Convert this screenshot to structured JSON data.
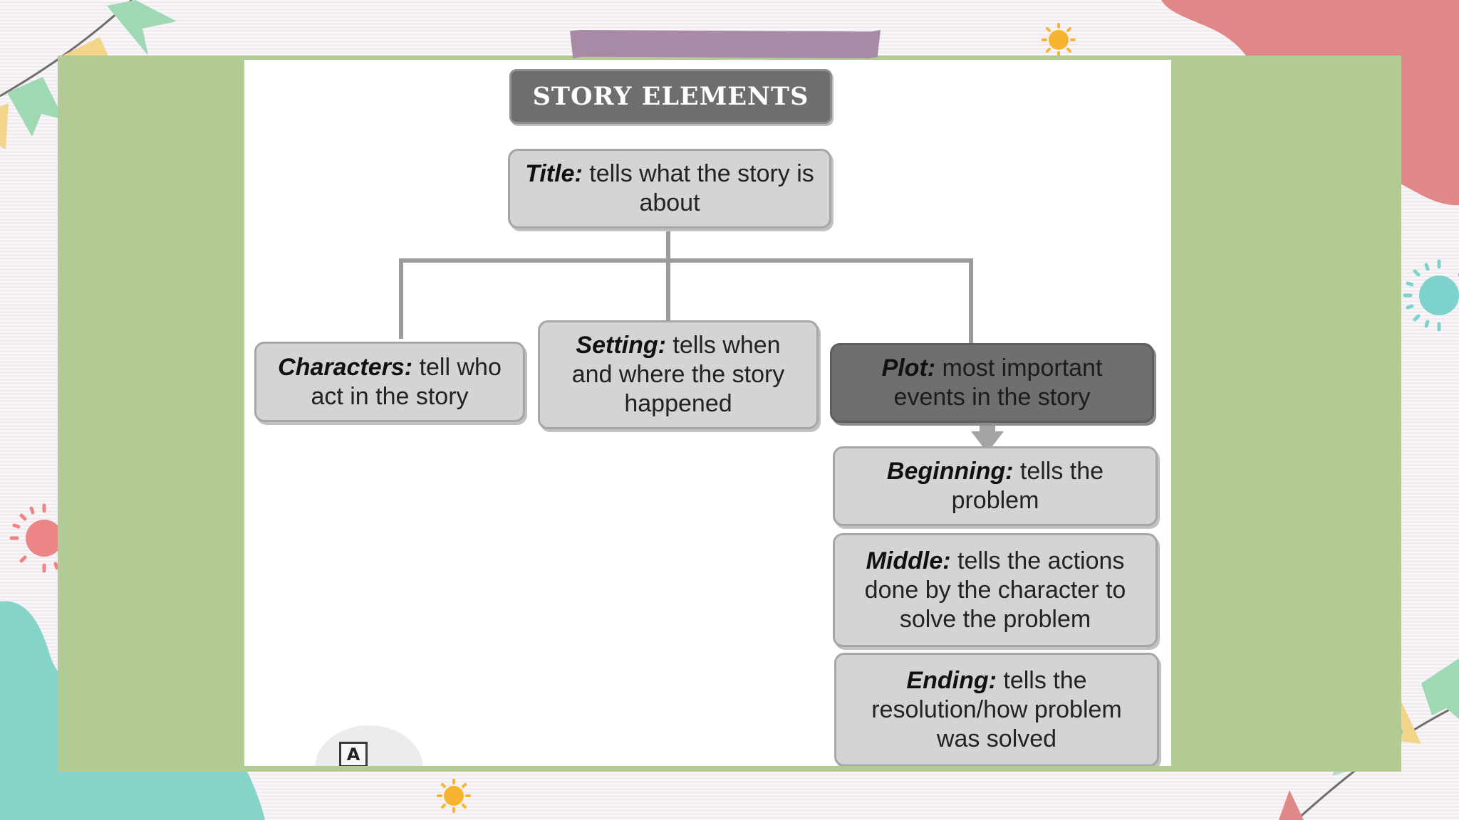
{
  "diagram": {
    "heading": "STORY ELEMENTS",
    "nodes": {
      "title": {
        "term": "Title:",
        "text": " tells what the story is about"
      },
      "characters": {
        "term": "Characters:",
        "text": " tell who act in the story"
      },
      "setting": {
        "term": "Setting:",
        "text": "  tells when and where the story happened"
      },
      "plot": {
        "term": "Plot:",
        "text": " most important events in the story"
      },
      "beginning": {
        "term": "Beginning:",
        "text": " tells the problem"
      },
      "middle": {
        "term": "Middle:",
        "text": "  tells the actions done by the character to solve the problem"
      },
      "ending": {
        "term": "Ending:",
        "text": " tells the resolution/how problem was solved"
      }
    },
    "edges": [
      {
        "from": "title",
        "to": "characters"
      },
      {
        "from": "title",
        "to": "setting"
      },
      {
        "from": "title",
        "to": "plot"
      },
      {
        "from": "plot",
        "to": "beginning"
      }
    ]
  },
  "decorations": {
    "stamp_icon": "document-icon",
    "stamp_glyph": "A",
    "colors": {
      "board_green": "#b2cb95",
      "tape_purple": "#a88aa6",
      "blob_pink": "#e08788",
      "blob_teal": "#85d3c9",
      "sun_yellow": "#f6b431",
      "sun_pink": "#ec8585",
      "sun_teal": "#7ed2cc",
      "flag_yellow": "#f2d48b",
      "flag_green": "#9fd9b4",
      "box_grey": "#d4d4d4",
      "box_dark": "#6f6f6f",
      "heading_dark": "#6e6e6e"
    }
  }
}
